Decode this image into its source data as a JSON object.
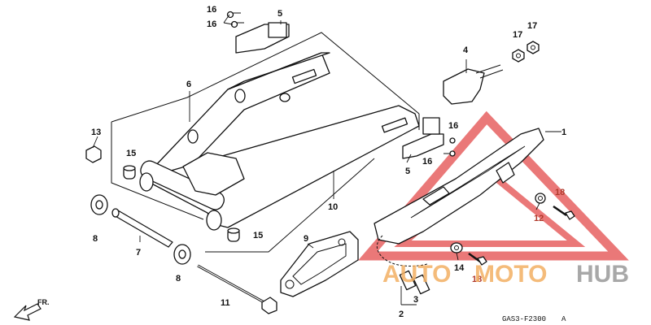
{
  "diagram": {
    "callouts": [
      "1",
      "2",
      "3",
      "4",
      "5",
      "5",
      "6",
      "7",
      "8",
      "8",
      "9",
      "10",
      "11",
      "12",
      "13",
      "14",
      "15",
      "15",
      "16",
      "16",
      "16",
      "16",
      "17",
      "17",
      "18",
      "18"
    ],
    "direction_label": "FR.",
    "drawing_code": "GAS3-F2300",
    "revision": "A"
  },
  "watermark": {
    "brand_part1": "AUTO",
    "brand_part2": "MOTO",
    "brand_part3": "HUB",
    "triangle_color": "#e34b4b",
    "text_color_orange": "#f3b063",
    "text_color_gray": "#8c8c8c"
  }
}
